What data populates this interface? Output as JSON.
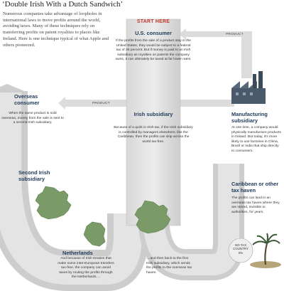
{
  "title": "‘Double Irish With a Dutch Sandwich’",
  "intro": "Numerous companies take advantage of loopholes in international laws to move profits around the world, avoiding taxes. Many of these techniques rely on transferring profits on patent royalties to places like Ireland. Here is one technique typical of what Apple and others pioneered.",
  "start_here": "START HERE",
  "us_consumer": {
    "heading": "U.S. consumer",
    "body": "If the profits from the sale of a product stay in the United States, they would be subject to a federal tax of 35 percent. But if money is paid to an Irish subsidiary as royalties on patents the company owns, it can ultimately be taxed at far lower rates."
  },
  "overseas_consumer": {
    "heading": "Overseas consumer",
    "body": "When the same product is sold overseas, money from the sale is sent to a second Irish subsidiary."
  },
  "irish_subsidiary": {
    "heading": "Irish subsidiary",
    "body": "Because of a quirk in Irish tax, if the Irish subsidiary is controlled by managers elsewhere, like the Caribbean, then the profits can skip across the world tax-free."
  },
  "second_irish": {
    "heading": "Second Irish subsidiary"
  },
  "manufacturing": {
    "heading": "Manufacturing subsidiary",
    "body": "At one time, a company would physically manufacture products in Ireland. But today, it's more likely to use factories in China, Brazil or India that ship directly to consumers."
  },
  "caribbean": {
    "heading": "Caribbean or other tax haven",
    "body": "The profits can land in an overseas tax haven where they are stored, invisible to authorities, for years."
  },
  "netherlands": {
    "heading": "Netherlands",
    "body": "And because of Irish treaties that make some inter-European transfers tax-free, the company can avoid taxes by routing the profits through the Netherlands ..."
  },
  "back_to_irish": {
    "body": "... and then back to the first Irish subsidiary, which sends the profits to the overseas tax haven."
  },
  "product_label_1": "PRODUCT",
  "product_label_2": "PRODUCT",
  "no_tax": {
    "line1": "NO-TAX",
    "line2": "COUNTRY",
    "line3": "0%"
  },
  "colors": {
    "pipe": "#cfcfcf",
    "pipe_edge": "#b8b8b8",
    "land": "#7a9a68",
    "heading": "#1f3a5a",
    "start": "#c0392b",
    "factory": "#4a5a6a"
  },
  "icons": [
    "arrow-left-icon",
    "factory-icon",
    "ireland-map-icon",
    "palm-tree-icon"
  ]
}
